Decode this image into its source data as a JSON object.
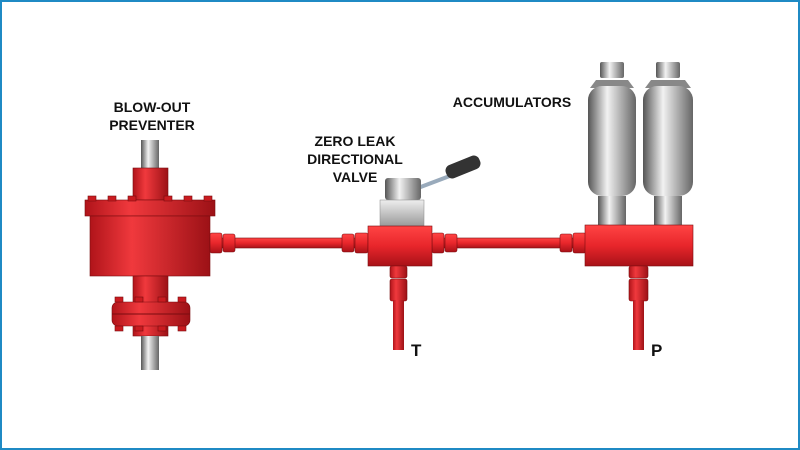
{
  "labels": {
    "bop_line1": "BLOW-OUT",
    "bop_line2": "PREVENTER",
    "valve_line1": "ZERO LEAK",
    "valve_line2": "DIRECTIONAL",
    "valve_line3": "VALVE",
    "accumulators": "ACCUMULATORS",
    "port_t": "T",
    "port_p": "P"
  },
  "colors": {
    "frame": "#1f8ac4",
    "red": "#e8262b",
    "steel": "#b8b8b8"
  }
}
